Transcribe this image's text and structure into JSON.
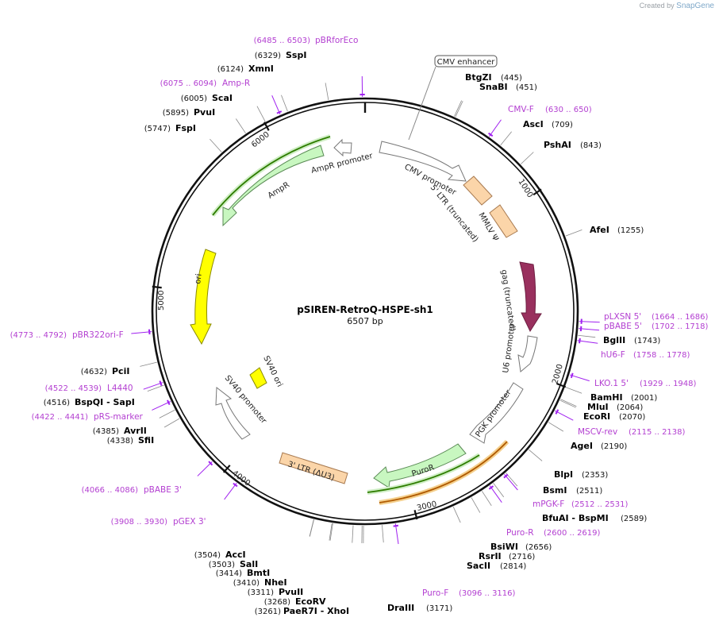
{
  "credit": {
    "prefix": "Created by",
    "brand": "SnapGene"
  },
  "plasmid": {
    "name": "pSIREN-RetroQ-HSPE-sh1",
    "size": "6507 bp",
    "length": 6507
  },
  "ticks": [
    {
      "pos": 1000,
      "label": "1000"
    },
    {
      "pos": 2000,
      "label": "2000"
    },
    {
      "pos": 3000,
      "label": "3000"
    },
    {
      "pos": 4000,
      "label": "4000"
    },
    {
      "pos": 5000,
      "label": "5000"
    },
    {
      "pos": 6000,
      "label": "6000"
    }
  ],
  "enzymes": [
    {
      "name": "SspI",
      "coord": "(6329)",
      "pos": 6329
    },
    {
      "name": "XmnI",
      "coord": "(6124)",
      "pos": 6124
    },
    {
      "name": "ScaI",
      "coord": "(6005)",
      "pos": 6005
    },
    {
      "name": "PvuI",
      "coord": "(5895)",
      "pos": 5895
    },
    {
      "name": "FspI",
      "coord": "(5747)",
      "pos": 5747
    },
    {
      "name": "BtgZI",
      "coord": "(445)",
      "pos": 445
    },
    {
      "name": "SnaBI",
      "coord": "(451)",
      "pos": 451
    },
    {
      "name": "AscI",
      "coord": "(709)",
      "pos": 709
    },
    {
      "name": "PshAI",
      "coord": "(843)",
      "pos": 843
    },
    {
      "name": "AfeI",
      "coord": "(1255)",
      "pos": 1255
    },
    {
      "name": "BglII",
      "coord": "(1743)",
      "pos": 1743
    },
    {
      "name": "BamHI",
      "coord": "(2001)",
      "pos": 2001
    },
    {
      "name": "MluI",
      "coord": "(2064)",
      "pos": 2064
    },
    {
      "name": "EcoRI",
      "coord": "(2070)",
      "pos": 2070
    },
    {
      "name": "AgeI",
      "coord": "(2190)",
      "pos": 2190
    },
    {
      "name": "BlpI",
      "coord": "(2353)",
      "pos": 2353
    },
    {
      "name": "BsmI",
      "coord": "(2511)",
      "pos": 2511
    },
    {
      "name": "BfuAI - BspMI",
      "coord": "(2589)",
      "pos": 2589
    },
    {
      "name": "BsiWI",
      "coord": "(2656)",
      "pos": 2656
    },
    {
      "name": "RsrII",
      "coord": "(2716)",
      "pos": 2716
    },
    {
      "name": "SacII",
      "coord": "(2814)",
      "pos": 2814
    },
    {
      "name": "DraIII",
      "coord": "(3171)",
      "pos": 3171
    },
    {
      "name": "PaeR7I - XhoI",
      "coord": "(3261)",
      "pos": 3261
    },
    {
      "name": "EcoRV",
      "coord": "(3268)",
      "pos": 3268
    },
    {
      "name": "PvuII",
      "coord": "(3311)",
      "pos": 3311
    },
    {
      "name": "NheI",
      "coord": "(3410)",
      "pos": 3410
    },
    {
      "name": "BmtI",
      "coord": "(3414)",
      "pos": 3414
    },
    {
      "name": "SalI",
      "coord": "(3503)",
      "pos": 3503
    },
    {
      "name": "AccI",
      "coord": "(3504)",
      "pos": 3504
    },
    {
      "name": "SfiI",
      "coord": "(4338)",
      "pos": 4338
    },
    {
      "name": "AvrII",
      "coord": "(4385)",
      "pos": 4385
    },
    {
      "name": "BspQI - SapI",
      "coord": "(4516)",
      "pos": 4516
    },
    {
      "name": "PciI",
      "coord": "(4632)",
      "pos": 4632
    }
  ],
  "primers": [
    {
      "name": "pBRforEco",
      "coord": "(6485 .. 6503)",
      "pos": 6494
    },
    {
      "name": "Amp-R",
      "coord": "(6075 .. 6094)",
      "pos": 6085
    },
    {
      "name": "CMV-F",
      "coord": "(630 .. 650)",
      "pos": 640
    },
    {
      "name": "pLXSN 5'",
      "coord": "(1664 .. 1686)",
      "pos": 1675
    },
    {
      "name": "pBABE 5'",
      "coord": "(1702 .. 1718)",
      "pos": 1710
    },
    {
      "name": "hU6-F",
      "coord": "(1758 .. 1778)",
      "pos": 1768
    },
    {
      "name": "LKO.1 5'",
      "coord": "(1929 .. 1948)",
      "pos": 1938
    },
    {
      "name": "MSCV-rev",
      "coord": "(2115 .. 2138)",
      "pos": 2126
    },
    {
      "name": "mPGK-F",
      "coord": "(2512 .. 2531)",
      "pos": 2521
    },
    {
      "name": "Puro-R",
      "coord": "(2600 .. 2619)",
      "pos": 2610
    },
    {
      "name": "Puro-F",
      "coord": "(3096 .. 3116)",
      "pos": 3106
    },
    {
      "name": "pGEX 3'",
      "coord": "(3908 .. 3930)",
      "pos": 3919
    },
    {
      "name": "pBABE 3'",
      "coord": "(4066 .. 4086)",
      "pos": 4076
    },
    {
      "name": "pRS-marker",
      "coord": "(4422 .. 4441)",
      "pos": 4431
    },
    {
      "name": "L4440",
      "coord": "(4522 .. 4539)",
      "pos": 4530
    },
    {
      "name": "pBR322ori-F",
      "coord": "(4773 .. 4792)",
      "pos": 4782
    }
  ],
  "features": [
    {
      "name": "CMV enhancer",
      "boxed": true
    },
    {
      "name": "CMV promoter"
    },
    {
      "name": "5' LTR (truncated)"
    },
    {
      "name": "MMLV Ψ"
    },
    {
      "name": "gag (truncated)"
    },
    {
      "name": "U6 promoter"
    },
    {
      "name": "PGK promoter"
    },
    {
      "name": "PuroR"
    },
    {
      "name": "3' LTR (ΔU3)"
    },
    {
      "name": "SV40 promoter"
    },
    {
      "name": "SV40 ori"
    },
    {
      "name": "ori"
    },
    {
      "name": "AmpR"
    },
    {
      "name": "AmpR promoter"
    }
  ],
  "colors": {
    "promoter": "#ffffff",
    "ltr": "#fbd5a9",
    "gag": "#99305e",
    "marker": "#c8f7c0",
    "ori": "#ffff00",
    "primer": "#a020f0",
    "primer_text": "#b33fd1",
    "primer_strand": "#2e7d00",
    "primer_strand_rev": "#b05a00"
  }
}
